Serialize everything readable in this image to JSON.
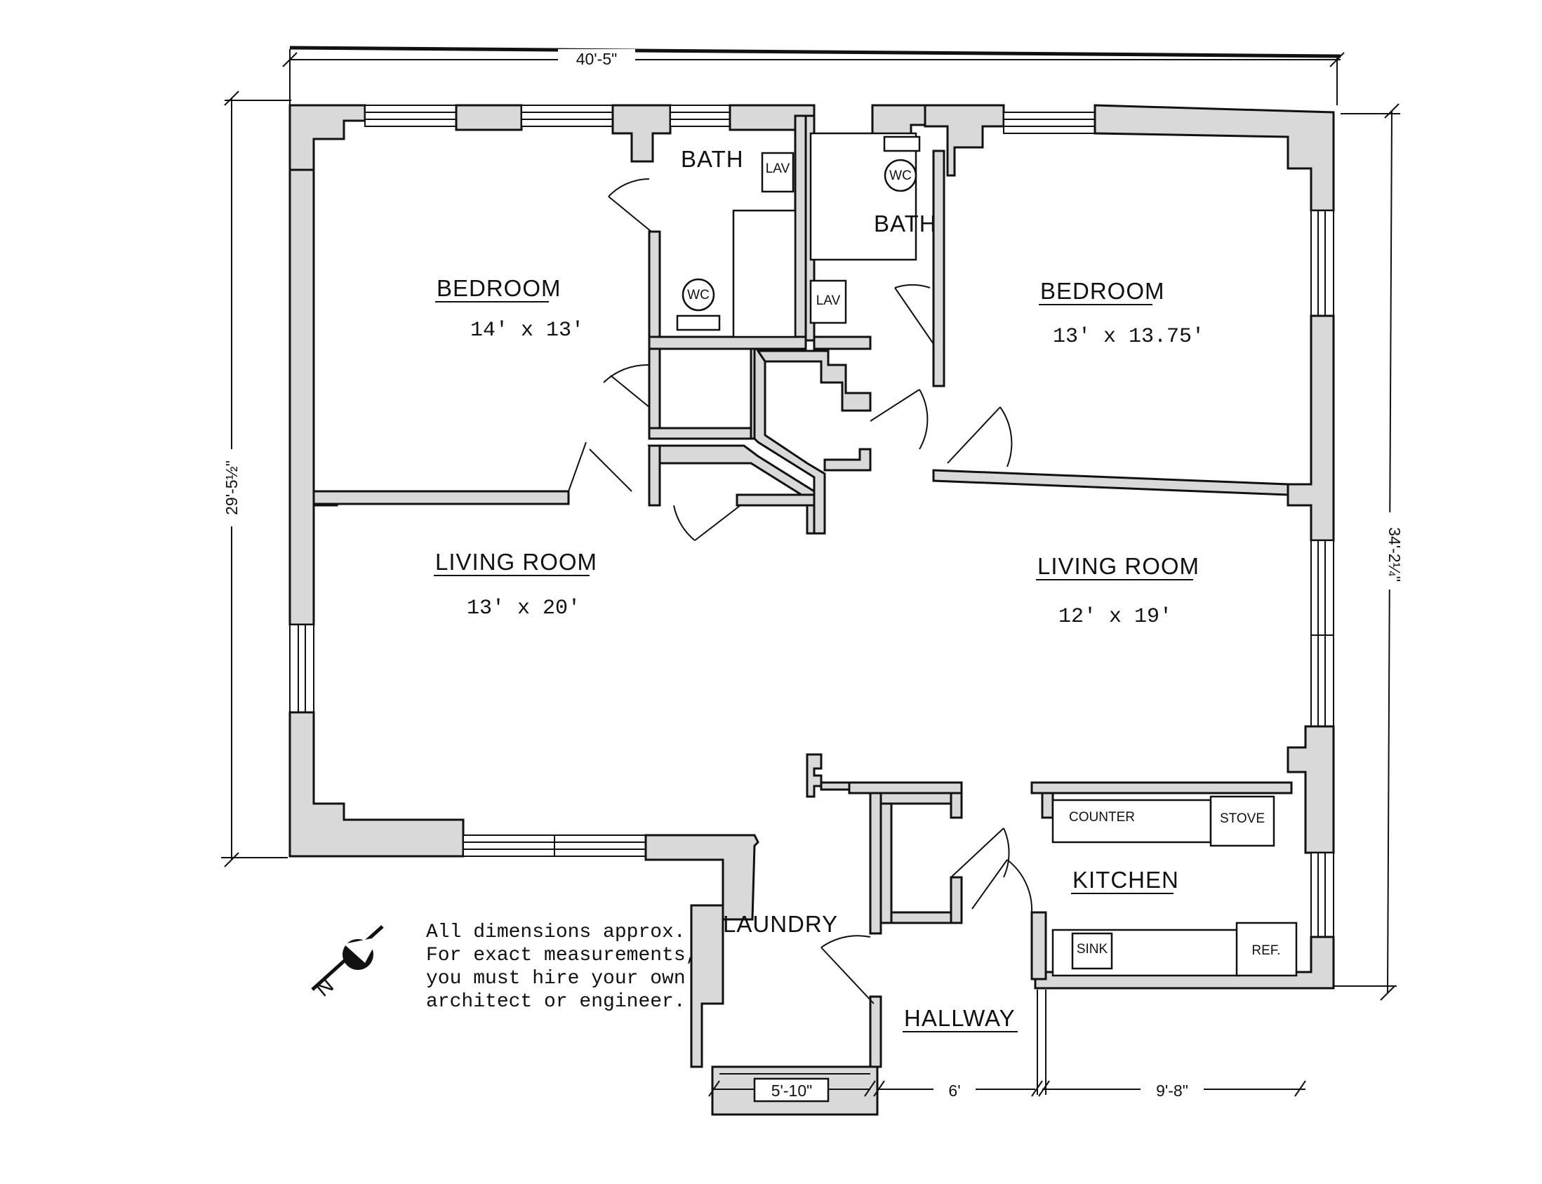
{
  "dimensions": {
    "overall_width": "40'-5\"",
    "left_height": "29'-5½\"",
    "right_height": "34'-2¼\"",
    "laundry_width": "5'-10\"",
    "hallway_width": "6'",
    "kitchen_width": "9'-8\""
  },
  "rooms": {
    "bedroom_left": {
      "name": "BEDROOM",
      "size": "14' x 13'"
    },
    "bedroom_right": {
      "name": "BEDROOM",
      "size": "13' x 13.75'"
    },
    "bath_left": {
      "name": "BATH"
    },
    "bath_right": {
      "name": "BATH"
    },
    "living_left": {
      "name": "LIVING ROOM",
      "size": "13' x 20'"
    },
    "living_right": {
      "name": "LIVING ROOM",
      "size": "12' x 19'"
    },
    "kitchen": {
      "name": "KITCHEN"
    },
    "laundry": {
      "name": "LAUNDRY"
    },
    "hallway": {
      "name": "HALLWAY"
    }
  },
  "fixtures": {
    "lav": "LAV",
    "wc": "WC",
    "counter": "COUNTER",
    "stove": "STOVE",
    "sink": "SINK",
    "ref": "REF."
  },
  "compass": {
    "label": "N",
    "icon": "north-arrow-icon"
  },
  "note": [
    "All dimensions approx.",
    "For exact measurements,",
    "you must hire your own",
    "architect or engineer."
  ]
}
